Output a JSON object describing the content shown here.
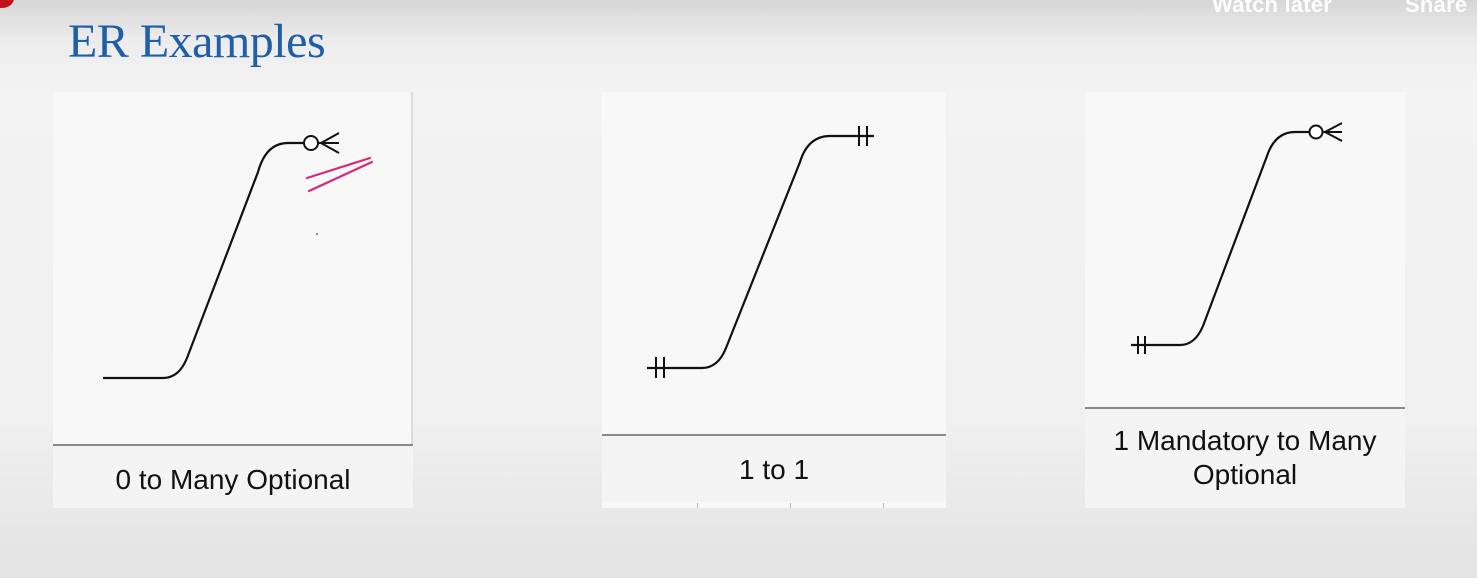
{
  "video_overlay": {
    "watch_later": "Watch later",
    "share": "Share"
  },
  "slide": {
    "title": "ER Examples",
    "title_color": "#1f5fa8"
  },
  "examples": [
    {
      "caption": "0 to Many Optional",
      "left_end": "none",
      "right_end": "zero-or-many-crowfoot-icon"
    },
    {
      "caption": "1 to 1",
      "left_end": "one-and-only-one-bars-icon",
      "right_end": "one-and-only-one-bars-icon"
    },
    {
      "caption_line1": "1 Mandatory to Many",
      "caption_line2": "Optional",
      "left_end": "one-and-only-one-bars-icon",
      "right_end": "zero-or-many-crowfoot-icon"
    }
  ],
  "annotation": {
    "color": "#d8267a"
  }
}
